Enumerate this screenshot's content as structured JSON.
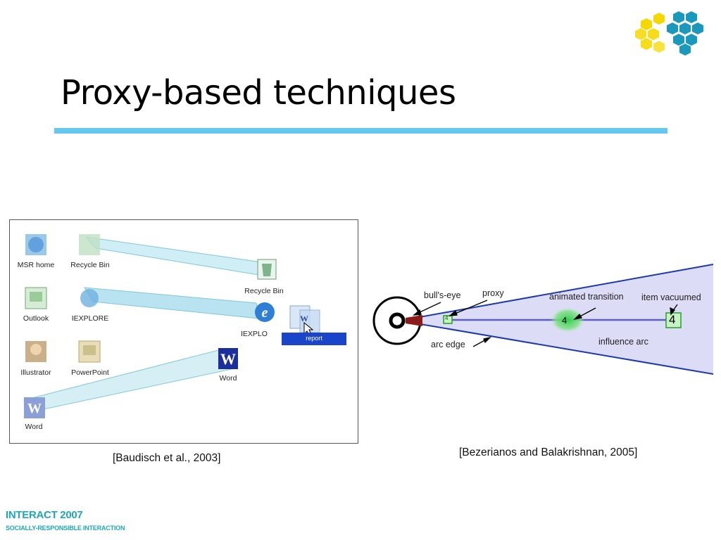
{
  "slide": {
    "title": "Proxy-based techniques",
    "accent_color": "#66c7ef",
    "logo_colors": {
      "yellow": "#f5d800",
      "teal": "#1a99bd"
    }
  },
  "figure_left": {
    "icons": [
      {
        "label": "MSR home",
        "icon": "globe-icon"
      },
      {
        "label": "Recycle Bin",
        "icon": "recycle-bin-icon"
      },
      {
        "label": "Outlook",
        "icon": "outlook-icon"
      },
      {
        "label": "IEXPLORE",
        "icon": "ie-icon"
      },
      {
        "label": "Illustrator",
        "icon": "illustrator-icon"
      },
      {
        "label": "PowerPoint",
        "icon": "powerpoint-icon"
      },
      {
        "label": "Word",
        "icon": "word-icon"
      }
    ],
    "proxy_targets": [
      {
        "label": "Recycle Bin",
        "icon": "recycle-bin-icon"
      },
      {
        "label": "IEXPLO",
        "icon": "ie-icon"
      },
      {
        "label": "Word",
        "icon": "word-icon"
      }
    ],
    "drag_item": {
      "label": "report",
      "icon": "word-document-icon"
    },
    "citation": "[Baudisch et al., 2003]"
  },
  "figure_right": {
    "labels": {
      "bulls_eye": "bull's-eye",
      "proxy": "proxy",
      "animated_transition": "animated transition",
      "item_vacuumed": "item vacuumed",
      "arc_edge": "arc edge",
      "influence_arc": "influence arc"
    },
    "proxy_value": "4",
    "transition_value": "4",
    "item_value": "4",
    "citation": "[Bezerianos and Balakrishnan, 2005]"
  },
  "footer": {
    "line1": "INTERACT 2007",
    "line2": "SOCIALLY-RESPONSIBLE INTERACTION"
  }
}
